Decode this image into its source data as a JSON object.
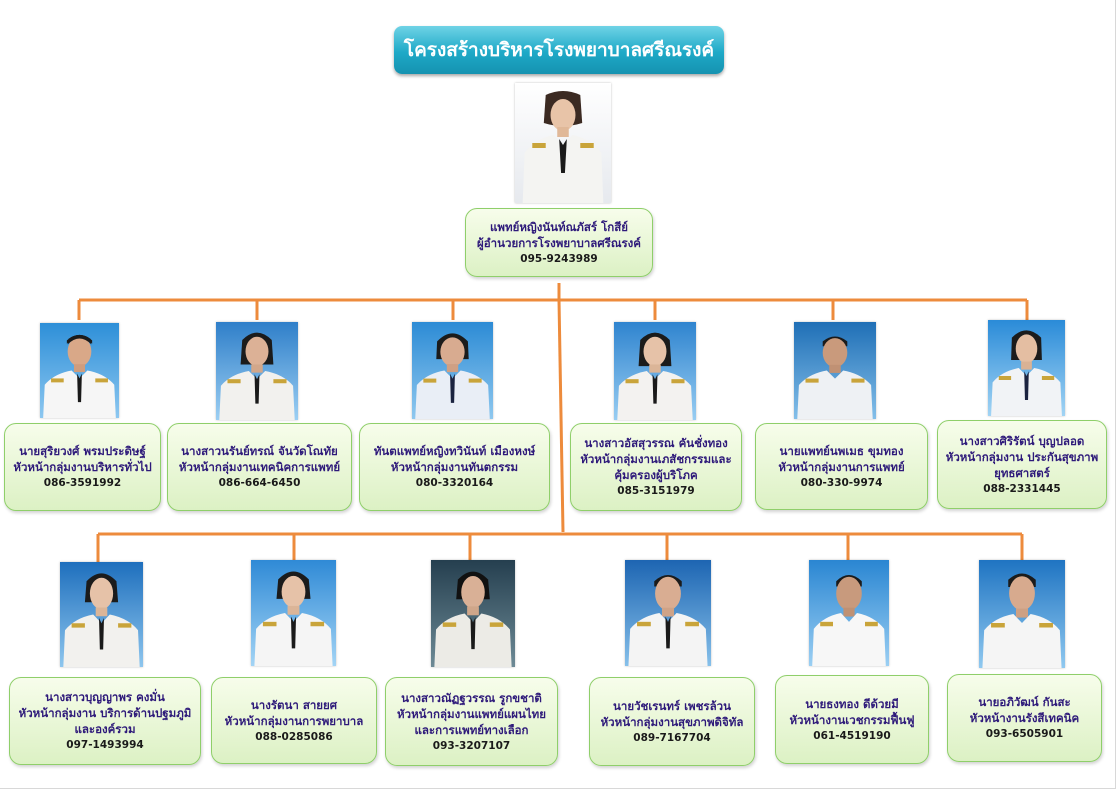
{
  "title": "โครงสร้างบริหารโรงพยาบาลศรีณรงค์",
  "colors": {
    "connector": "#ed8b3c",
    "box_border": "#8fcf6a",
    "box_fill": "#dcf1c4",
    "title_fill": "#1ea9c7",
    "name_text": "#2e1a7a"
  },
  "director": {
    "photo_bg": "light-gradient",
    "name": "แพทย์หญิงนันท์ณภัสร์ โกสีย์",
    "role": "ผู้อำนวยการโรงพยาบาลศรีณรงค์",
    "phone": "095-9243989"
  },
  "row1": [
    {
      "photo_bg": "blue",
      "name": "นายสุริยวงศ์ พรมประดิษฐ์",
      "role": "หัวหน้ากลุ่มงานบริหารทั่วไป",
      "phone": "086-3591992"
    },
    {
      "photo_bg": "blue",
      "name": "นางสาวนรันย์ทรณ์ จันวัดโณทัย",
      "role": "หัวหน้ากลุ่มงานเทคนิคการแพทย์",
      "phone": "086-664-6450"
    },
    {
      "photo_bg": "blue",
      "name": "ทันตแพทย์หญิงทวินันท์ เมืองหงษ์",
      "role": "หัวหน้ากลุ่มงานทันตกรรม",
      "phone": "080-3320164"
    },
    {
      "photo_bg": "blue",
      "name": "นางสาวอัสสุวรรณ คันชั่งทอง",
      "role": "หัวหน้ากลุ่มงานเภสัชกรรมและคุ้มครองผู้บริโภค",
      "phone": "085-3151979"
    },
    {
      "photo_bg": "blue",
      "name": "นายแพทย์นพเมธ ขุมทอง",
      "role": "หัวหน้ากลุ่มงานการแพทย์",
      "phone": "080-330-9974"
    },
    {
      "photo_bg": "blue",
      "name": "นางสาวศิริรัตน์ บุญปลอด",
      "role": "หัวหน้ากลุ่มงาน ประกันสุขภาพ ยุทธศาสตร์",
      "phone": "088-2331445"
    }
  ],
  "row2": [
    {
      "photo_bg": "blue",
      "name": "นางสาวบุญญาพร คงมั่น",
      "role": "หัวหน้ากลุ่มงาน บริการด้านปฐมภูมิและองค์รวม",
      "phone": "097-1493994"
    },
    {
      "photo_bg": "blue",
      "name": "นางรัตนา สายยศ",
      "role": "หัวหน้ากลุ่มงานการพยาบาล",
      "phone": "088-0285086"
    },
    {
      "photo_bg": "blue",
      "name": "นางสาวณัฏฐวรรณ รูกขชาติ",
      "role": "หัวหน้ากลุ่มงานแพทย์แผนไทย และการแพทย์ทางเลือก",
      "phone": "093-3207107"
    },
    {
      "photo_bg": "blue",
      "name": "นายวัชเรนทร์ เพชรล้วน",
      "role": "หัวหน้ากลุ่มงานสุขภาพดิจิทัล",
      "phone": "089-7167704"
    },
    {
      "photo_bg": "blue",
      "name": "นายธงทอง ดีด้วยมี",
      "role": "หัวหน้างานเวชกรรมฟื้นฟู",
      "phone": "061-4519190"
    },
    {
      "photo_bg": "blue",
      "name": "นายอภิวัฒน์ กันสะ",
      "role": "หัวหน้างานรังสีเทคนิค",
      "phone": "093-6505901"
    }
  ]
}
